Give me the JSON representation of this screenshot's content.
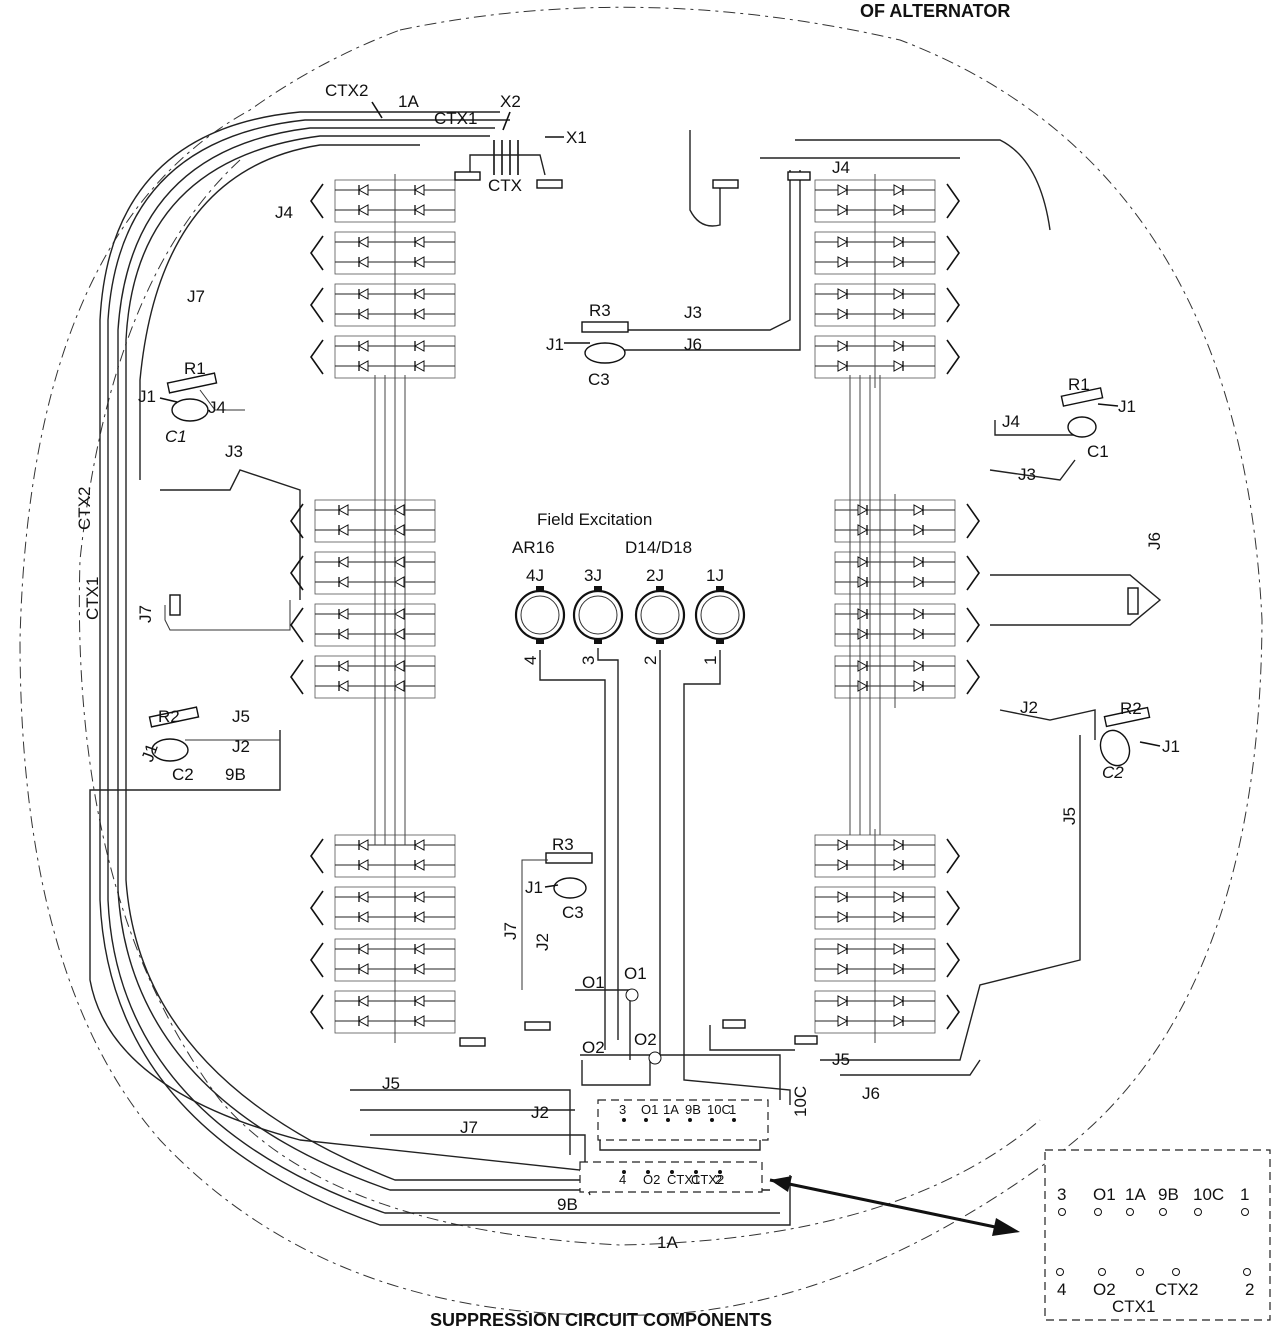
{
  "header_fragment": "OF ALTERNATOR",
  "footer_fragment": "SUPPRESSION CIRCUIT COMPONENTS",
  "field_excitation": {
    "title": "Field Excitation",
    "left_group": "AR16",
    "right_group": "D14/D18",
    "jacks": [
      {
        "label": "4J",
        "wire": "4"
      },
      {
        "label": "3J",
        "wire": "3"
      },
      {
        "label": "2J",
        "wire": "2"
      },
      {
        "label": "1J",
        "wire": "1"
      }
    ]
  },
  "labels": {
    "ctx2_top": "CTX2",
    "a1_top": "1A",
    "ctx1_top": "CTX1",
    "x2": "X2",
    "x1": "X1",
    "ctx": "CTX",
    "j4_tl": "J4",
    "j7_tl": "J7",
    "r1_l": "R1",
    "j1_r1l": "J1",
    "j4_r1l": "J4",
    "c1_l": "C1",
    "j3_l": "J3",
    "ctx2_left": "CTX2",
    "ctx1_left": "CTX1",
    "j7_left": "J7",
    "r2_l": "R2",
    "j5_l": "J5",
    "j1_r2l": "J1",
    "j2_l": "J2",
    "c2_l": "C2",
    "b9_l": "9B",
    "r3_top": "R3",
    "j3_top": "J3",
    "j1_top": "J1",
    "j6_top": "J6",
    "c3_top": "C3",
    "j4_tr": "J4",
    "r1_r": "R1",
    "j1_r1r": "J1",
    "j4_r1r": "J4",
    "c1_r": "C1",
    "j3_r": "J3",
    "j6_r": "J6",
    "j2_r": "J2",
    "r2_r": "R2",
    "j1_r2r": "J1",
    "c2_r": "C2",
    "j5_r": "J5",
    "r3_bot": "R3",
    "j1_bot": "J1",
    "c3_bot": "C3",
    "j7_bot": "J7",
    "j2_bot": "J2",
    "o1_a": "O1",
    "o1_b": "O1",
    "o2_a": "O2",
    "o2_b": "O2",
    "j5_bl": "J5",
    "j2_bl": "J2",
    "j7_bl": "J7",
    "b9_bot": "9B",
    "a1_bot": "1A",
    "c10": "10C",
    "j5_br": "J5",
    "j6_br": "J6"
  },
  "terminal_board": {
    "top_row": [
      "3",
      "O1",
      "1A",
      "9B",
      "10C",
      "1"
    ],
    "bottom_row": [
      "4",
      "O2",
      "CTX2",
      "2"
    ],
    "bottom_sub": "CTX1",
    "small_top": [
      "3",
      "O1",
      "1A",
      "9B",
      "10C",
      "1"
    ],
    "small_bottom": [
      "4",
      "O2",
      "CTX1",
      "CTX2",
      "2"
    ]
  }
}
